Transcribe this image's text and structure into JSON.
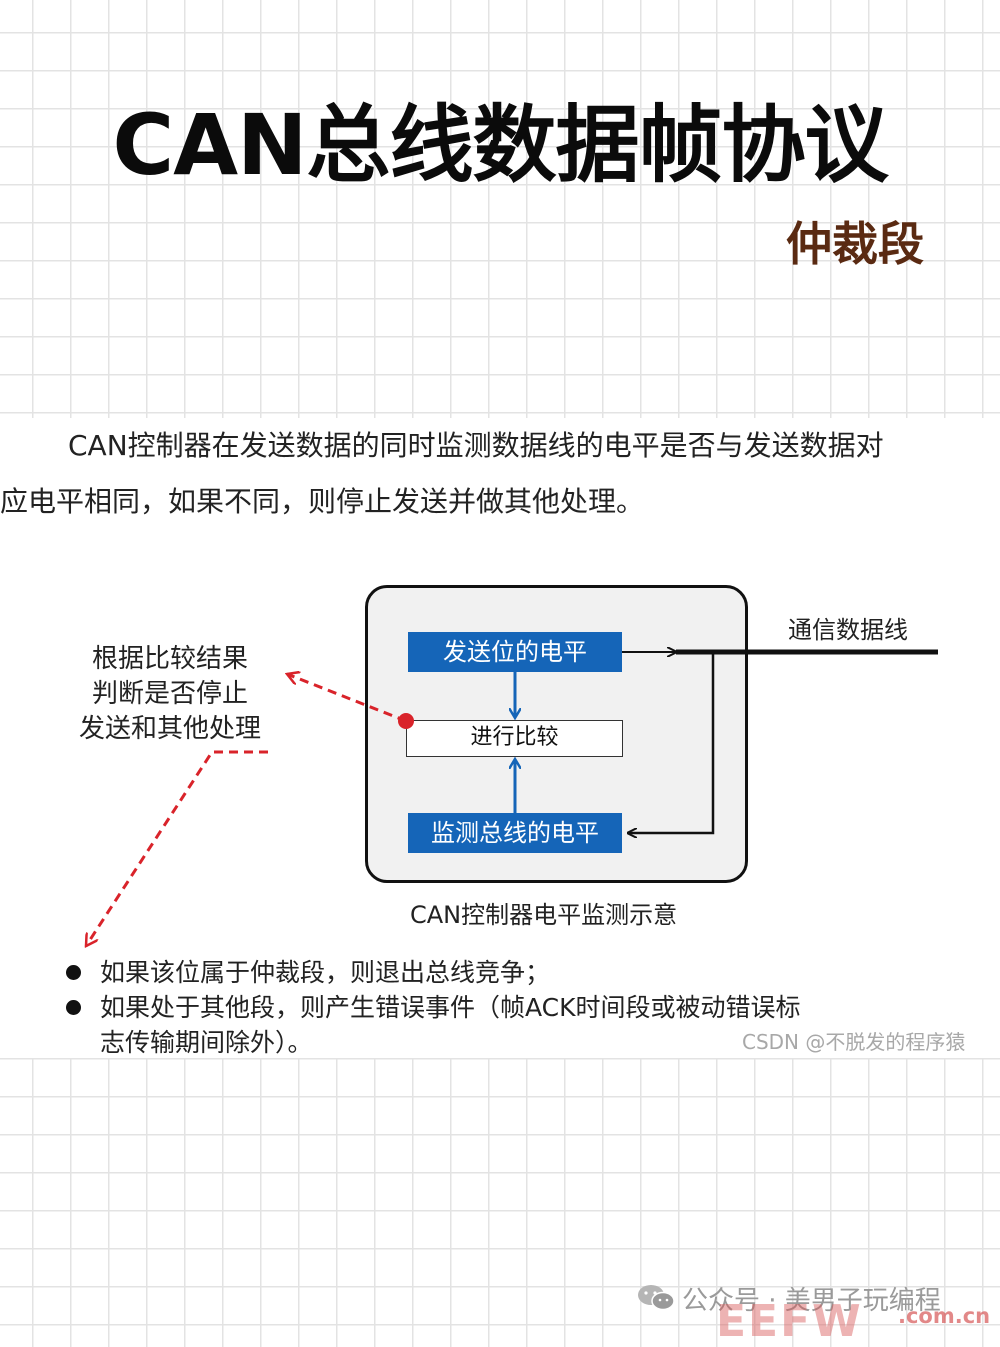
{
  "title": "CAN总线数据帧协议",
  "subtitle": "仲裁段",
  "intro": {
    "line1": "CAN控制器在发送数据的同时监测数据线的电平是否与发送数据对",
    "line2": "应电平相同，如果不同，则停止发送并做其他处理。"
  },
  "diagram": {
    "send_level": "发送位的电平",
    "compare": "进行比较",
    "monitor_level": "监测总线的电平",
    "bus_line_label": "通信数据线",
    "caption": "CAN控制器电平监测示意",
    "left_note": [
      "根据比较结果",
      "判断是否停止",
      "发送和其他处理"
    ],
    "colors": {
      "blue": "#1565b8",
      "red_arrow": "#d9232a",
      "box_bg": "#f1f1f1"
    }
  },
  "bullets": [
    {
      "line1": "如果该位属于仲裁段，则退出总线竞争；"
    },
    {
      "line1": "如果处于其他段，则产生错误事件（帧ACK时间段或被动错误标",
      "line2": "志传输期间除外）。"
    }
  ],
  "watermarks": {
    "csdn": "CSDN @不脱发的程序猿",
    "wechat": "公众号 · 美男子玩编程",
    "eefw": "EEFW",
    "domain": ".com.cn"
  },
  "icons": {
    "wechat": "wechat-icon",
    "dot": "bullet-dot-icon"
  }
}
